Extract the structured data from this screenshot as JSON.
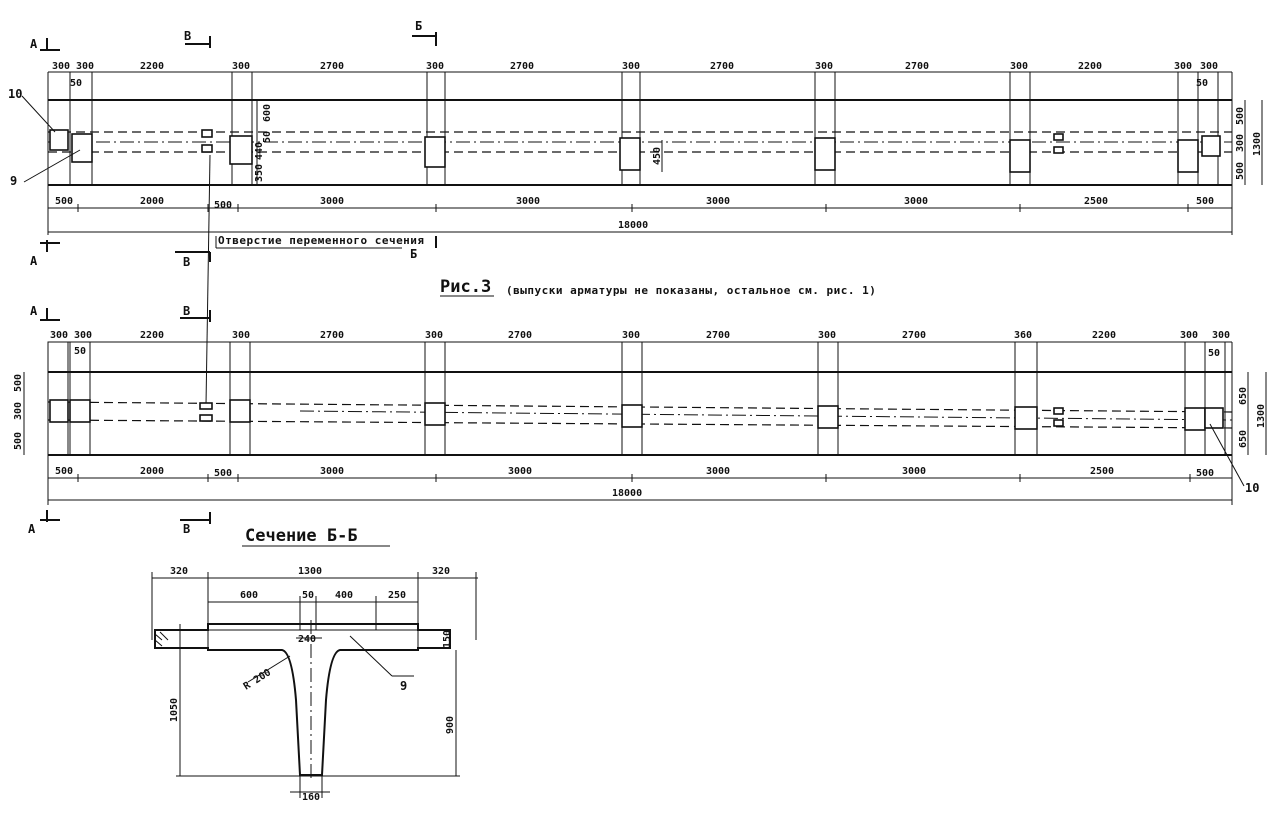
{
  "figure": {
    "title": "Рис.3",
    "subtitle": "(выпуски арматуры не показаны, остальное см. рис. 1)",
    "hole_note": "Отверстие переменного сечения"
  },
  "section_marks": {
    "a": "А",
    "b": "Б",
    "v": "В"
  },
  "callouts": {
    "ten": "10",
    "nine": "9"
  },
  "plan_top": {
    "top_dims": [
      "300",
      "300",
      "2200",
      "300",
      "2700",
      "300",
      "2700",
      "300",
      "2700",
      "300",
      "2700",
      "300",
      "2200",
      "300",
      "300"
    ],
    "small_fifty": "50",
    "bottom_dims": [
      "500",
      "2000",
      "500",
      "3000",
      "3000",
      "3000",
      "3000",
      "2500",
      "500"
    ],
    "total": "18000",
    "right_dims": [
      "500",
      "300",
      "500"
    ],
    "right_total": "1300",
    "hole_vertical_dims": [
      "600",
      "440",
      "50",
      "350"
    ],
    "hole_depth": "450"
  },
  "plan_bottom": {
    "top_dims": [
      "300",
      "300",
      "2200",
      "300",
      "2700",
      "300",
      "2700",
      "300",
      "2700",
      "300",
      "2700",
      "360",
      "2200",
      "300",
      "300"
    ],
    "small_fifty_left": "50",
    "small_fifty_right": "50",
    "bottom_dims": [
      "500",
      "2000",
      "500",
      "3000",
      "3000",
      "3000",
      "3000",
      "2500",
      "500"
    ],
    "total": "18000",
    "left_dims": [
      "500",
      "300",
      "500"
    ],
    "right_dims": [
      "650",
      "650"
    ],
    "right_total": "1300"
  },
  "section": {
    "title": "Сечение Б-Б",
    "top_dims": [
      "320",
      "1300",
      "320"
    ],
    "inner_dims": [
      "600",
      "50",
      "400",
      "250"
    ],
    "web_top": "240",
    "radius": "R 200",
    "flange_edge": "150",
    "height_total": "1050",
    "height_web": "900",
    "web_bottom": "160"
  }
}
